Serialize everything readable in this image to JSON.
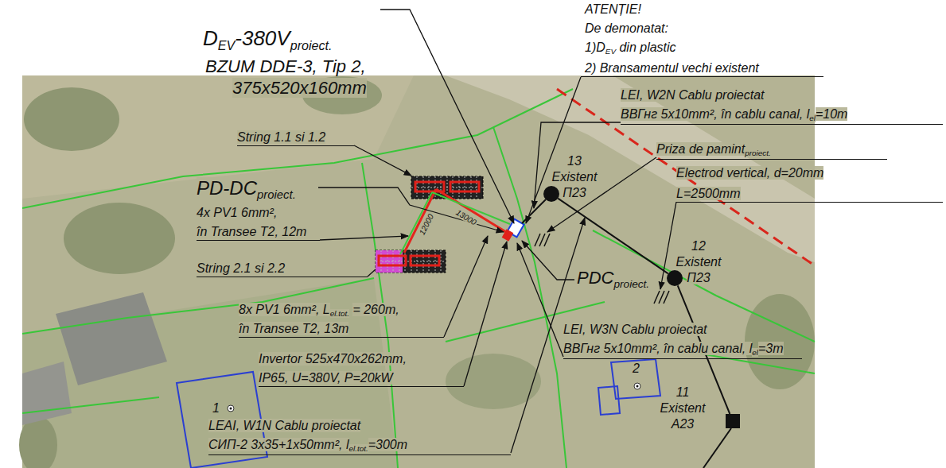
{
  "diagram": {
    "nodes": [
      {
        "text": [
          "13 Existent П23"
        ]
      },
      {
        "text": [
          "12 Existent П23"
        ]
      },
      {
        "text": [
          "2"
        ]
      },
      {
        "text": [
          "1"
        ]
      },
      {
        "text": [
          "11 Existent A23"
        ]
      }
    ],
    "edges": [
      {
        "from": 0,
        "to": 1,
        "arrow": "none"
      },
      {
        "from": 1,
        "to": 4,
        "arrow": "none"
      }
    ],
    "labels": [
      "D",
      "EV",
      "-380V",
      "proiect.",
      "BZUM DDE-3, Tip 2,",
      "375x520x160mm",
      "ATENȚIE!",
      "De demonatat:",
      "1)D",
      "EV",
      "din plastic",
      "2) Bransamentul vechi existent",
      "LEI, W2N Cablu proiectat",
      "ВВГнг 5x10mm², în cablu canal, l",
      "el",
      "=10m",
      "Priza de pamint",
      "proiect.",
      "Electrod vertical, d=20mm",
      "L=2500mm",
      "String 1.1 si 1.2",
      "PD-DC",
      "proiect.",
      "4x PV1 6mm²,",
      "în Transee T2, 12m",
      "String 2.1 si 2.2",
      "8x PV1 6mm², L",
      "el.tot.",
      "= 260m,",
      "în Transee T2, 13m",
      "Invertor 525x470x262mm,",
      "IP65, U=380V, P=20kW",
      "LEAI, W1N Cablu proiectat",
      "СИП-2 3x35+1x50mm², l",
      "el.tot.",
      "=300m",
      "PDC",
      "proiect.",
      "LEI, W3N Cablu proiectat",
      "ВВГнг 5x10mm², în cablu canal, l",
      "el",
      "=3m",
      "12000",
      "13000"
    ]
  }
}
